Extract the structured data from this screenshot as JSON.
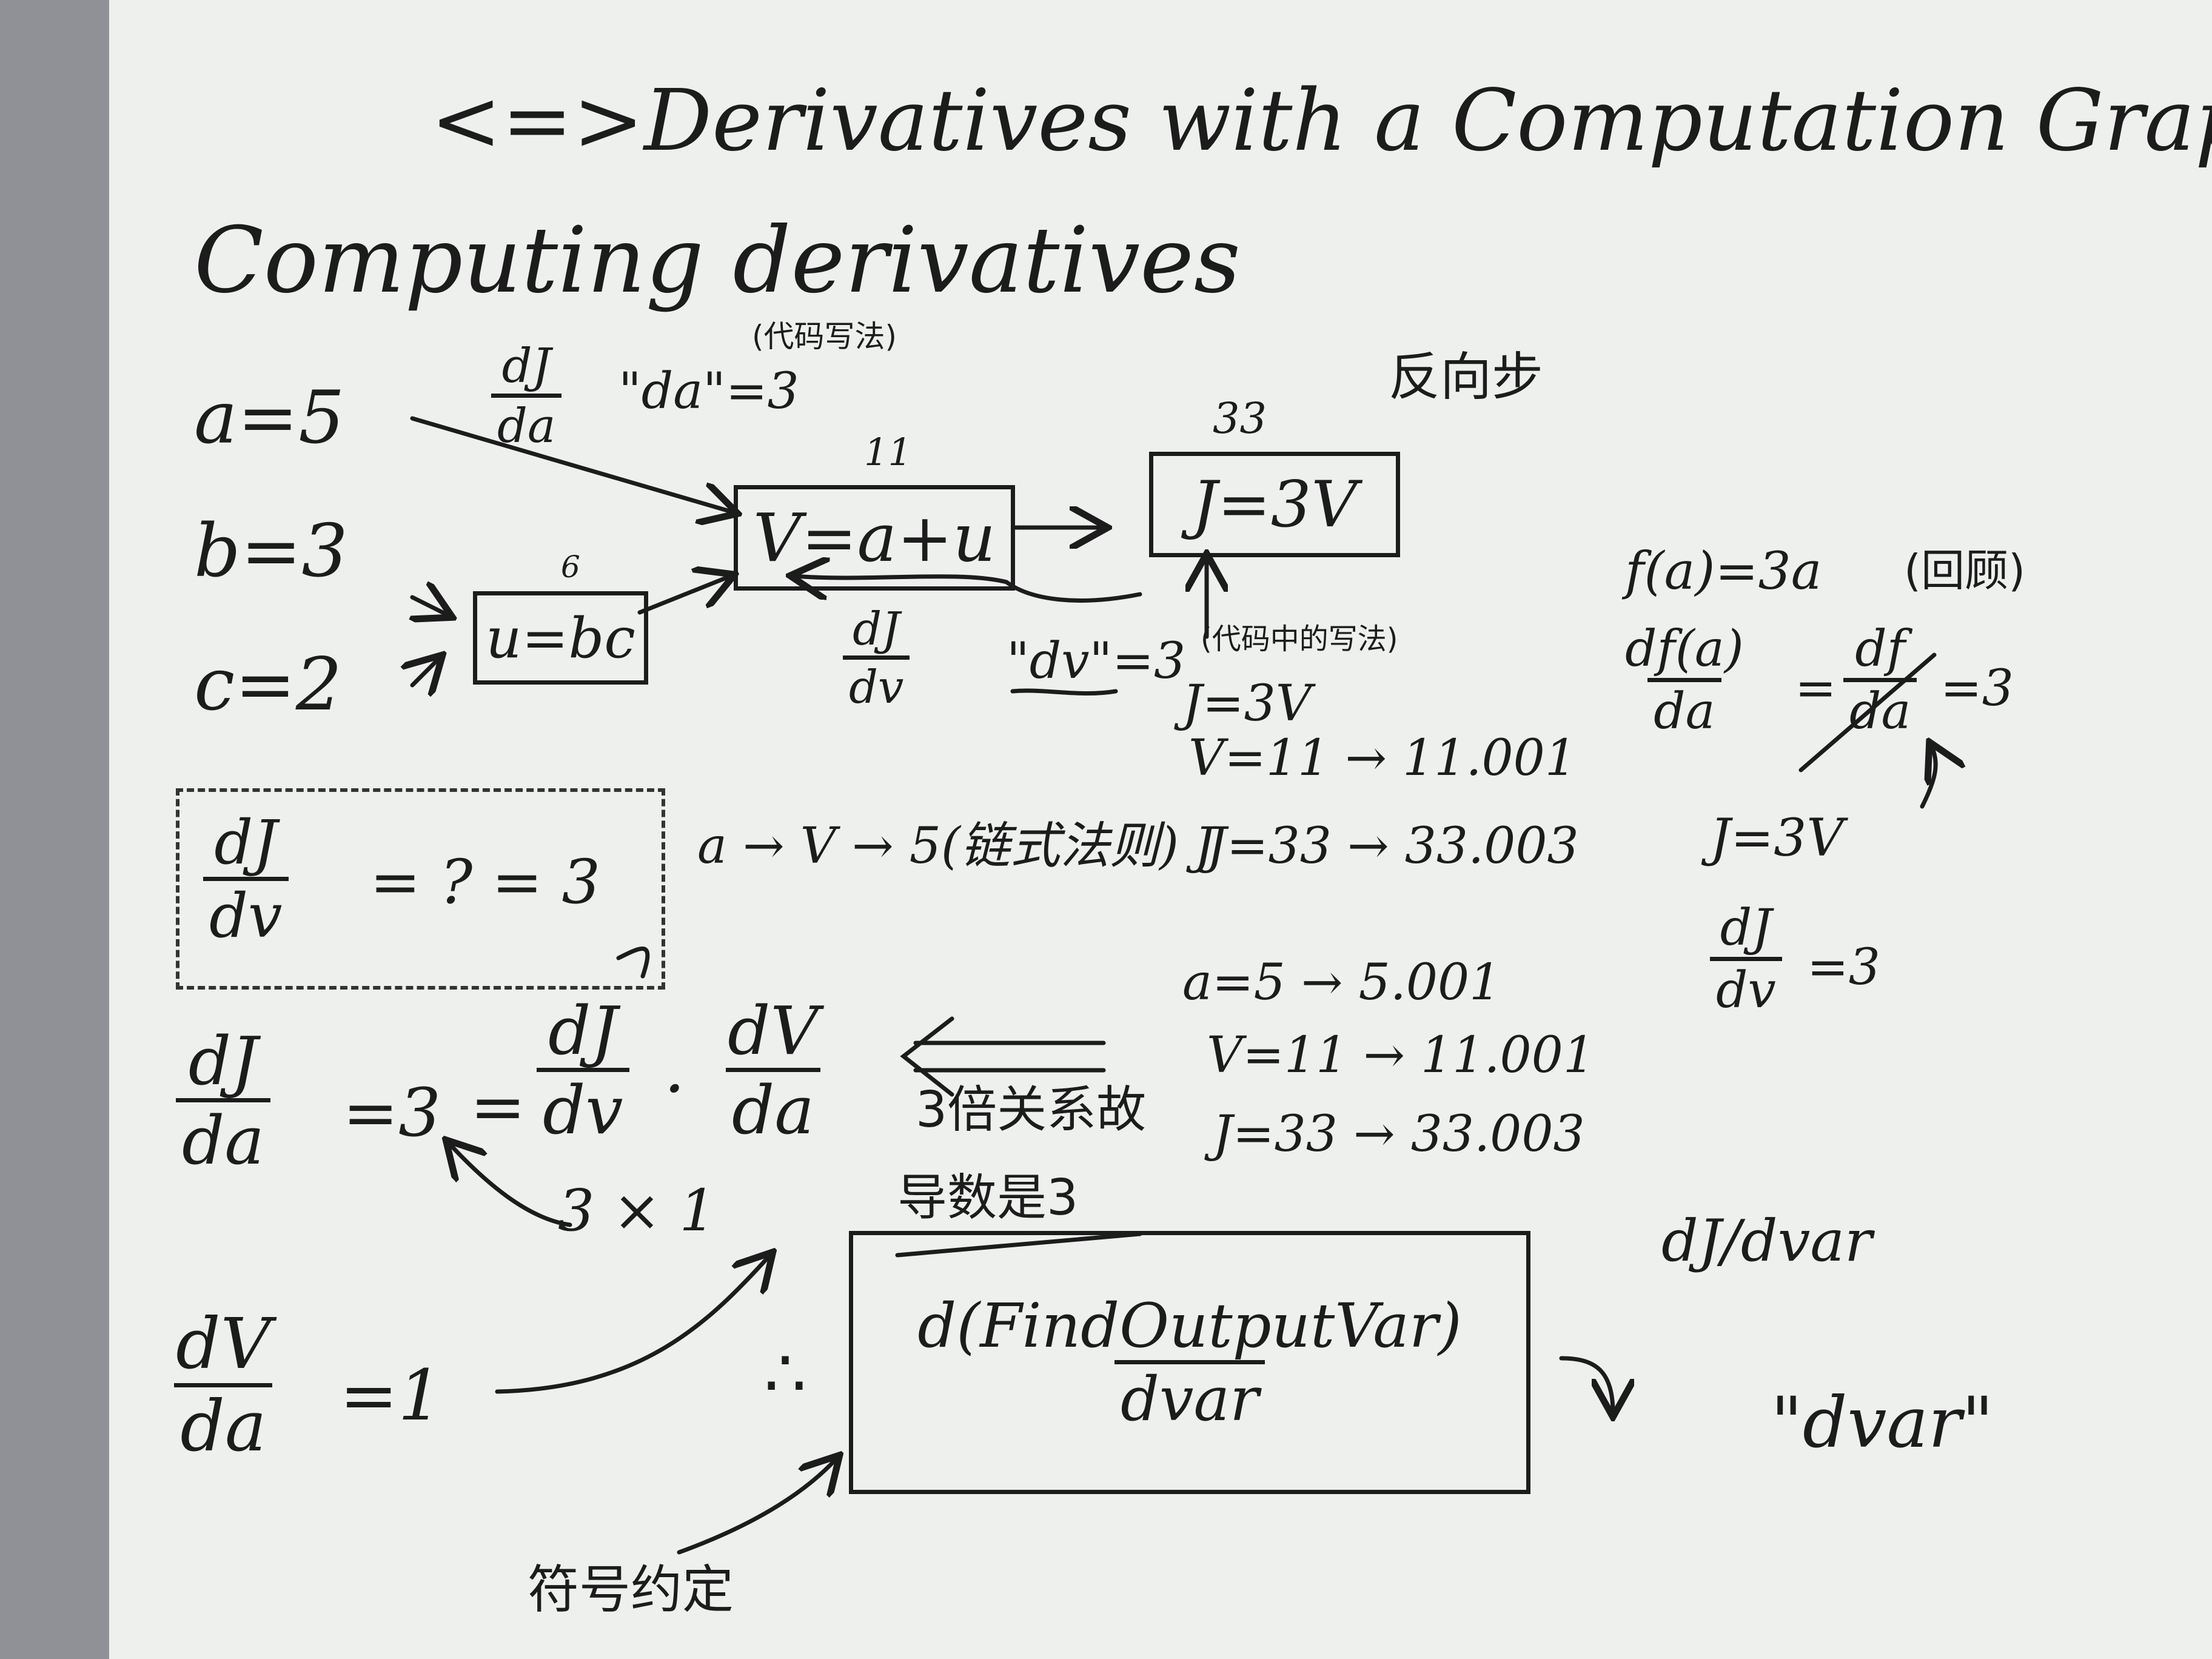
{
  "title": "<=>Derivatives with a Computation Graph",
  "subtitle": "Computing derivatives",
  "inputs": [
    "a=5",
    "b=3",
    "c=2"
  ],
  "graph": {
    "u_box": "u=bc",
    "u_value": "6",
    "v_box": "V=a+u",
    "v_value": "11",
    "j_box": "J=3V",
    "j_value": "33",
    "backward_label": "反向步",
    "dJ_da_note": {
      "num": "dJ",
      "den": "da",
      "code": "\"da\"=3",
      "note": "(代码写法)"
    },
    "dJ_dv_note": {
      "num": "dJ",
      "den": "dv",
      "code": "\"dv\"=3",
      "note": "(代码中的写法)"
    }
  },
  "nudge_v": [
    "J=3V",
    "V=11 → 11.001",
    "J=33 → 33.003"
  ],
  "chain_note": "a → V → 5(链式法则) J",
  "boxed_frac": {
    "num": "dJ",
    "den": "dv",
    "rhs": "= ? = 3"
  },
  "chain_rule": {
    "lhs_num": "dJ",
    "lhs_den": "da",
    "lhs_val": "=3",
    "f1_num": "dJ",
    "f1_den": "dv",
    "dot": "·",
    "f2_num": "dV",
    "f2_den": "da",
    "product": "3 × 1"
  },
  "nudge_a": [
    "a=5 → 5.001",
    "V=11 → 11.001",
    "J=33 → 33.003"
  ],
  "relation_note": [
    "3倍关系故",
    "导数是3"
  ],
  "dv_da": {
    "num": "dV",
    "den": "da",
    "val": "=1"
  },
  "notation": {
    "therefore": "∴",
    "num": "d(FindOutputVar)",
    "den": "dvar",
    "label": "符号约定"
  },
  "right_notes": {
    "f_def": "f(a)=3a",
    "f_label": "(回顾)",
    "df_num": "df(a)",
    "df_den": "da",
    "df_mid_num": "df",
    "df_mid_den": "da",
    "df_val": "=3",
    "j_def": "J=3V",
    "dj_num": "dJ",
    "dj_den": "dv",
    "dj_val": "=3"
  },
  "dvar": {
    "title": "dJ/dvar",
    "code": "\"dvar\""
  }
}
